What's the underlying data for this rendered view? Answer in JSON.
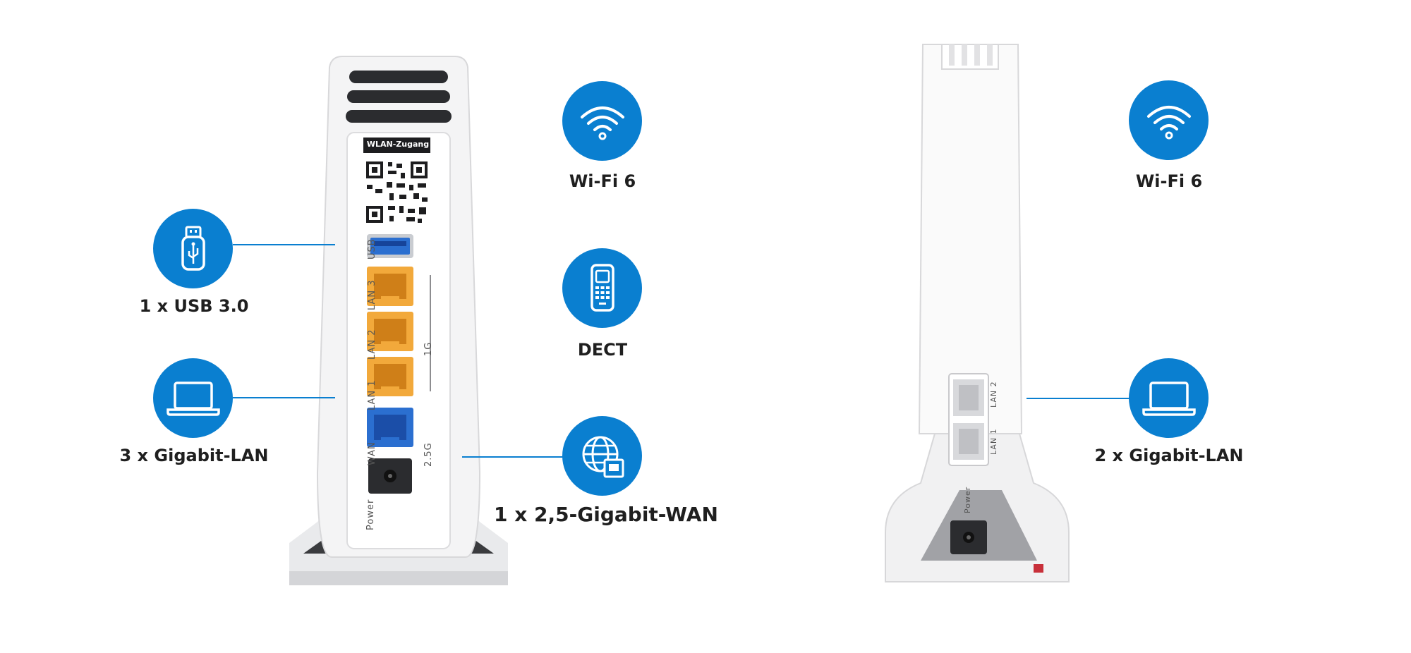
{
  "features_left": {
    "usb": {
      "label": "1 x USB 3.0",
      "icon": "usb-icon"
    },
    "lan": {
      "label": "3 x Gigabit-LAN",
      "icon": "laptop-icon"
    },
    "wifi": {
      "label": "Wi-Fi 6",
      "icon": "wifi-icon"
    },
    "dect": {
      "label": "DECT",
      "icon": "cordless-phone-icon"
    },
    "wan": {
      "label": "1 x 2,5-Gigabit-WAN",
      "icon": "globe-icon"
    }
  },
  "features_right": {
    "wifi": {
      "label": "Wi-Fi 6",
      "icon": "wifi-icon"
    },
    "lan": {
      "label": "2 x Gigabit-LAN",
      "icon": "laptop-icon"
    }
  },
  "router_left": {
    "qr_label": "WLAN-Zugang",
    "ports": {
      "usb": "USB",
      "lan3": "LAN 3",
      "lan2": "LAN 2",
      "lan1": "LAN 1",
      "group_1g": "1G",
      "wan": "WAN",
      "wan_speed": "2.5G",
      "power": "Power"
    }
  },
  "router_right": {
    "ports": {
      "lan2": "LAN 2",
      "lan1": "LAN 1",
      "power": "Power"
    }
  },
  "colors": {
    "accent": "#0a7fd0",
    "lan_port": "#f2a93b",
    "wan_port": "#2b6fd0",
    "usb_port": "#2b6fd0"
  }
}
